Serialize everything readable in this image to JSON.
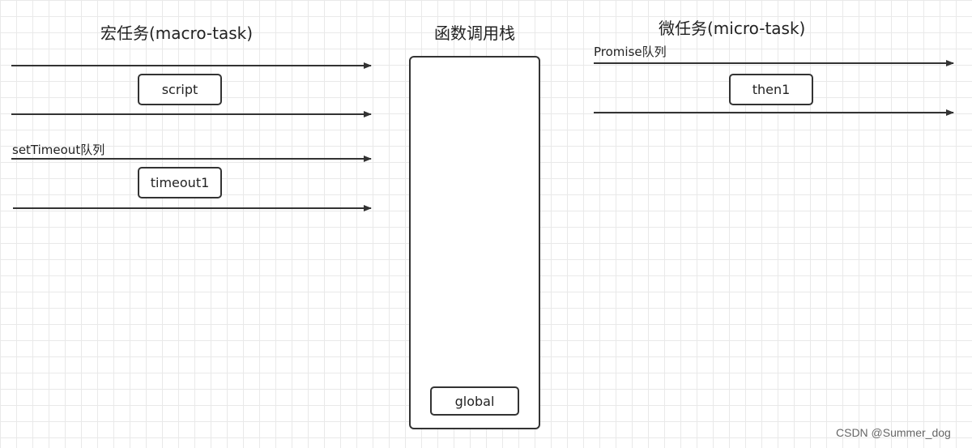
{
  "macro": {
    "title": "宏任务(macro-task)",
    "script_label": "script",
    "settimeout_queue_label": "setTimeout队列",
    "timeout_label": "timeout1"
  },
  "stack": {
    "title": "函数调用栈",
    "global_label": "global"
  },
  "micro": {
    "title": "微任务(micro-task)",
    "promise_queue_label": "Promise队列",
    "then_label": "then1"
  },
  "watermark": "CSDN @Summer_dog",
  "colors": {
    "line": "#333333",
    "grid": "#e9e9e9",
    "background": "#ffffff"
  }
}
